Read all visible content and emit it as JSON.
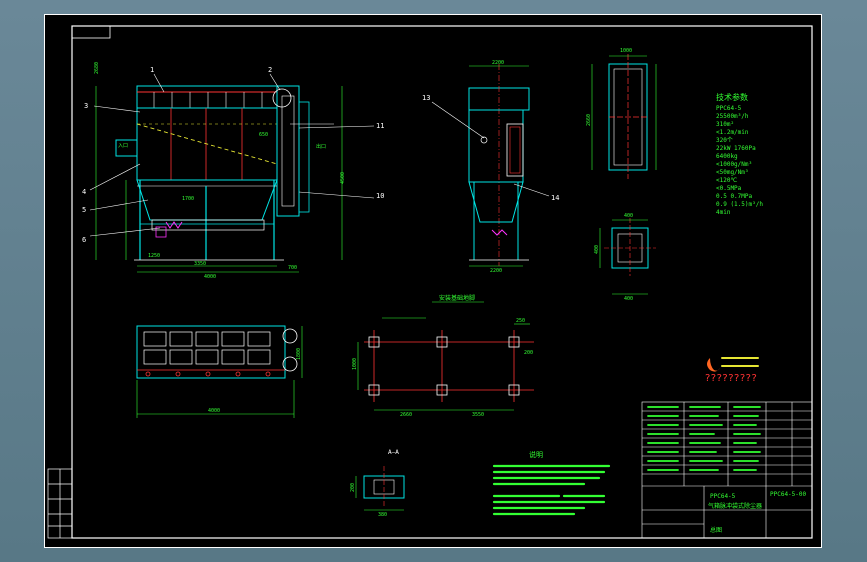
{
  "viewport": {
    "background": "#5f7f8e",
    "sheet_background": "#000000"
  },
  "colors": {
    "frame": "#ffffff",
    "outline": "#00e5e5",
    "dimension": "#33ff33",
    "centerline": "#ff3333",
    "hatch": "#e6e633",
    "magenta": "#ff33ff",
    "text": "#33ff33"
  },
  "callouts": {
    "c1": "1",
    "c2": "2",
    "c3": "3",
    "c4": "4",
    "c5": "5",
    "c6": "6",
    "c10": "10",
    "c11": "11",
    "c13": "13",
    "c14": "14"
  },
  "labels": {
    "inlet": "入口",
    "outlet": "出口",
    "foundation_title": "安装基础地脚",
    "notes_title": "说明",
    "spec_title": "技术参数",
    "section_mark": "A—A",
    "caption_symbol": "?????????"
  },
  "dimensions": {
    "d4000": "4000",
    "d3350": "3350",
    "d1250": "1250",
    "d700": "700",
    "d650": "650",
    "d1700": "1700",
    "d4500": "4500",
    "d2680": "2680",
    "d2200": "2200",
    "d1000": "1000",
    "d250": "250",
    "d200": "200",
    "d380": "380",
    "d2660": "2660",
    "d3550": "3550",
    "d400": "400",
    "d1800": "1800"
  },
  "spec": {
    "rows": [
      "PPC64-5",
      "25500m³/h",
      "310m²",
      "<1.2m/min",
      "320个",
      "22kW  1760Pa",
      "6400kg",
      "<1000g/Nm³",
      "<50mg/Nm³",
      "<120℃",
      "<0.5MPa",
      "0.5  0.7MPa",
      "0.9 (1.5)m³/h",
      "4min"
    ]
  },
  "title_block": {
    "drawing_no": "PPC64-5-00",
    "model": "PPC64-5",
    "name": "气箱脉冲袋式除尘器",
    "sheet": "总图"
  }
}
